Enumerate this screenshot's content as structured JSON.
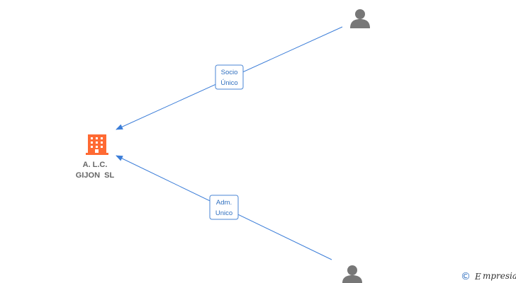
{
  "company": {
    "name_line1": "A. L.C.",
    "name_line2": "GIJON  SL",
    "icon": "building-icon",
    "color": "#ff6a33"
  },
  "persons": [
    {
      "icon": "person-icon",
      "color": "#777777"
    },
    {
      "icon": "person-icon",
      "color": "#777777"
    }
  ],
  "relations": [
    {
      "line1": "Socio",
      "line2": "Único"
    },
    {
      "line1": "Adm.",
      "line2": "Unico"
    }
  ],
  "edge_color": "#3b7dd8",
  "watermark": {
    "copyright_symbol": "©",
    "brand_initial": "E",
    "brand_rest": "mpresia",
    "brand_color": "#f5a623"
  }
}
